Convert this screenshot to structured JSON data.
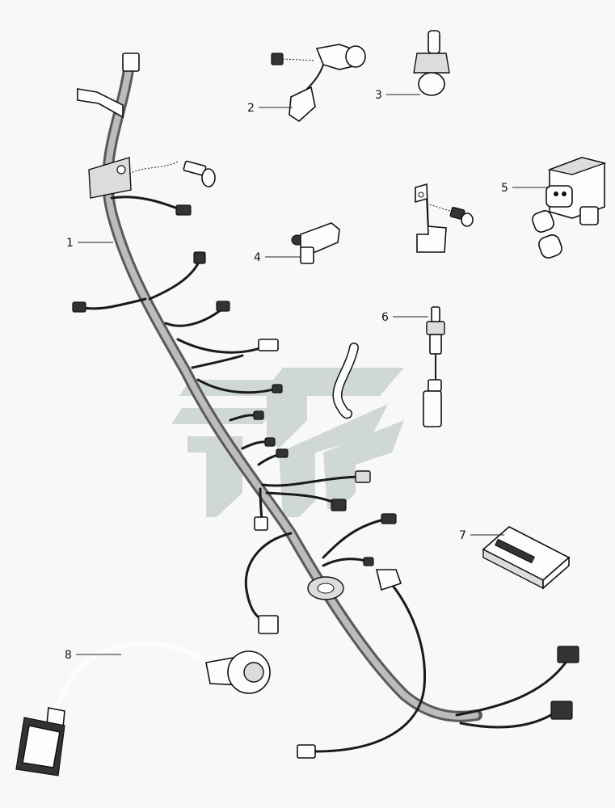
{
  "callouts": [
    {
      "id": "1",
      "label": "1"
    },
    {
      "id": "2",
      "label": "2"
    },
    {
      "id": "3",
      "label": "3"
    },
    {
      "id": "4",
      "label": "4"
    },
    {
      "id": "5",
      "label": "5"
    },
    {
      "id": "6",
      "label": "6"
    },
    {
      "id": "7",
      "label": "7"
    },
    {
      "id": "8",
      "label": "8"
    }
  ],
  "colors": {
    "background": "#f8f8f8",
    "line": "#111111",
    "watermark": "#c9d3cf"
  },
  "watermark_icon": "company-logo-icon"
}
